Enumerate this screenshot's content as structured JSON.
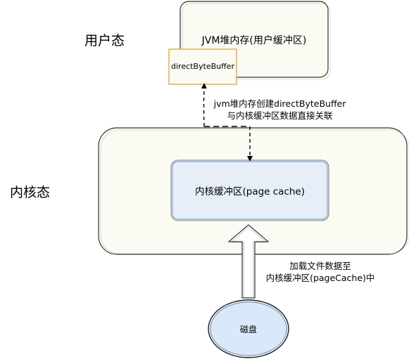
{
  "zones": {
    "user_mode": "用户态",
    "kernel_mode": "内核态"
  },
  "nodes": {
    "jvm_heap": "JVM堆内存(用户缓冲区)",
    "direct_byte_buffer": "directByteBuffer",
    "page_cache": "内核缓冲区(page cache)",
    "disk": "磁盘"
  },
  "edges": {
    "link_note_line1": "jvm堆内存创建directByteBuffer",
    "link_note_line2": "与内核缓冲区数据直接关联",
    "load_note_line1": "加载文件数据至",
    "load_note_line2": "内核缓冲区(pageCache)中"
  },
  "colors": {
    "outline": "#333333",
    "box_fill": "#fbfaf3",
    "page_cache_fill": "#e7eef8",
    "page_cache_border": "#7ea6d9",
    "buffer_border": "#d6b656",
    "buffer_fill": "#fbfaf3",
    "disk_fill": "#dae8fc"
  }
}
